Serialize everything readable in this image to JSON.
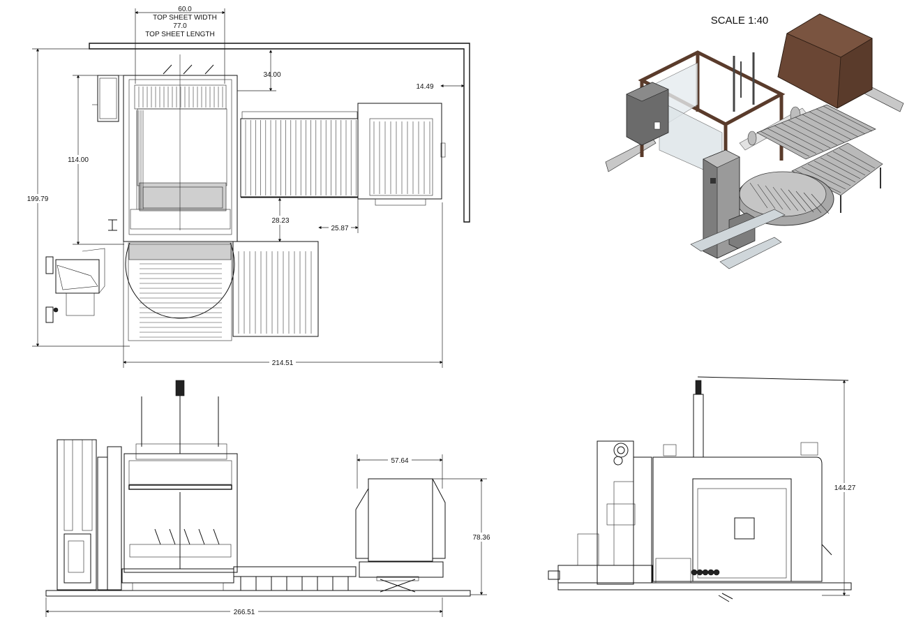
{
  "scale_label": "SCALE 1:40",
  "dimensions": {
    "top_sheet_width_value": "60.0",
    "top_sheet_width_label": "TOP SHEET WIDTH",
    "top_sheet_length_value": "77.0",
    "top_sheet_length_label": "TOP SHEET LENGTH",
    "d_34_00": "34.00",
    "d_14_49": "14.49",
    "d_114_00": "114.00",
    "d_199_79": "199.79",
    "d_28_23": "28.23",
    "d_25_87": "25.87",
    "d_214_51": "214.51",
    "d_57_64": "57.64",
    "d_78_36": "78.36",
    "d_266_51": "266.51",
    "d_144_27": "144.27"
  },
  "colors": {
    "line": "#111111",
    "frame_brown": "#5a3b2b",
    "steel_grey": "#9a9a9a",
    "panel_dark": "#6b6b6b"
  }
}
